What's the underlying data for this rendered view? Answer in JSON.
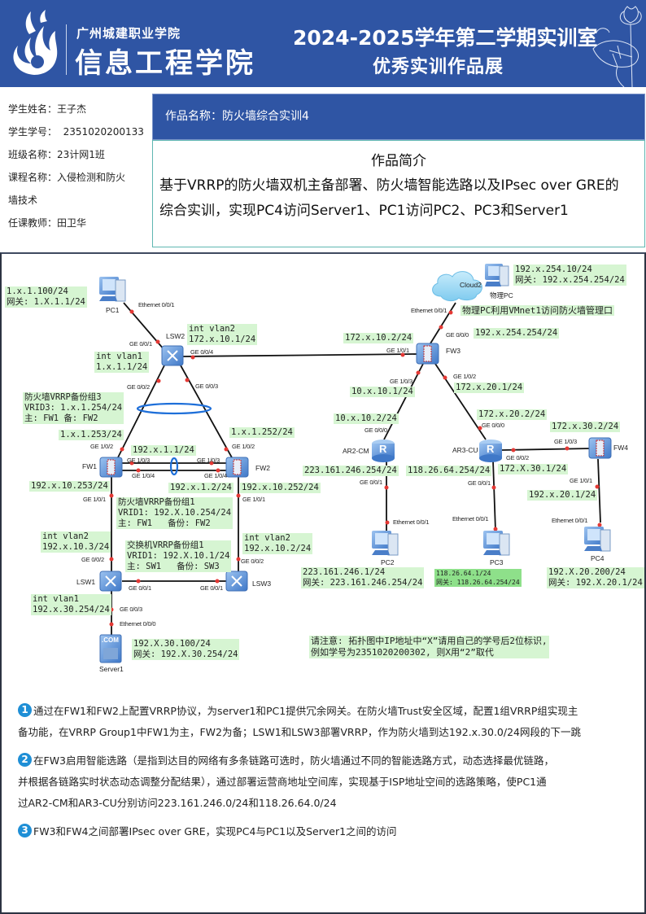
{
  "header": {
    "school": "广州城建职业学院",
    "college": "信息工程学院",
    "term_title": "2024-2025学年第二学期实训室",
    "show_title": "优秀实训作品展",
    "bg_color": "#2f55a4"
  },
  "student": {
    "name_label": "学生姓名：",
    "name": "王子杰",
    "id_label": "学生学号：",
    "id": "2351020200133",
    "class_label": "班级名称：",
    "class": "23计网1班",
    "course_label": "课程名称：",
    "course_line1": "入侵检测和防火",
    "course_line2": "墙技术",
    "teacher_label": "任课教师：",
    "teacher": "田卫华"
  },
  "work": {
    "title_label": "作品名称：",
    "title": "防火墙综合实训4",
    "intro_heading": "作品简介",
    "intro_line1": "基于VRRP的防火墙双机主备部署、防火墙智能选路以及IPsec over GRE的",
    "intro_line2": "综合实训，实现PC4访问Server1、PC1访问PC2、PC3和Server1"
  },
  "topology": {
    "devices": {
      "pc1": "PC1",
      "lsw2": "LSW2",
      "fw1": "FW1",
      "fw2": "FW2",
      "lsw1": "LSW1",
      "lsw3": "LSW3",
      "server1": "Server1",
      "server_badge": ".COM",
      "fw3": "FW3",
      "cloud2": "Cloud2",
      "phys_pc": "物理PC",
      "ar2": "AR2-CM",
      "ar3": "AR3-CU",
      "fw4": "FW4",
      "pc2": "PC2",
      "pc3": "PC3",
      "pc4": "PC4",
      "router_letter": "R"
    },
    "ports": {
      "pc1_eth": "Ethernet 0/0/1",
      "lsw2_g1": "GE 0/0/1",
      "lsw2_g4": "GE 0/0/4",
      "lsw2_g2": "GE 0/0/2",
      "lsw2_g3": "GE 0/0/3",
      "fw1_g2": "GE 1/0/2",
      "fw1_g3": "GE 1/0/3",
      "fw1_g4": "GE 1/0/4",
      "fw1_g1": "GE 1/0/1",
      "fw2_g2": "GE 1/0/2",
      "fw2_g3": "GE 1/0/3",
      "fw2_g4": "GE 1/0/4",
      "fw2_g1": "GE 1/0/1",
      "lsw1_g2": "GE 0/0/2",
      "lsw1_g1": "GE 0/0/1",
      "lsw1_g3": "GE 0/0/3",
      "lsw3_g2": "GE 0/0/2",
      "lsw3_g1": "GE 0/0/1",
      "server_eth": "Ethernet 0/0/0",
      "cloud_eth": "Ethernet 0/0/1",
      "fw3_g0": "GE 0/0/0",
      "fw3_g1": "GE 1/0/1",
      "fw3_g3": "GE 1/0/3",
      "fw3_g2": "GE 1/0/2",
      "ar2_g0": "GE 0/0/0",
      "ar2_g1": "GE 0/0/1",
      "ar3_g0": "GE 0/0/0",
      "ar3_g2": "GE 0/0/2",
      "ar3_g1": "GE 0/0/1",
      "fw4_g3": "GE 1/0/3",
      "fw4_g1": "GE 1/0/1",
      "pc2_eth": "Ethernet 0/0/1",
      "pc3_eth": "Ethernet 0/0/1",
      "pc4_eth": "Ethernet 0/0/1"
    },
    "labels": {
      "pc1_ip": "1.x.1.100/24\n网关: 1.X.1.1/24",
      "lsw2_vlan2": "int vlan2\n172.x.10.1/24",
      "lsw2_vlan1": "int vlan1\n1.x.1.1/24",
      "vrrp3": "防火墙VRRP备份组3\nVRID3: 1.x.1.254/24\n主: FW1 备: FW2",
      "fw1_up": "1.x.1.253/24",
      "fw2_up": "1.x.1.252/24",
      "hrp1": "192.x.1.1/24",
      "hrp2": "192.x.1.2/24",
      "fw1_down": "192.x.10.253/24",
      "fw2_down": "192.x.10.252/24",
      "vrrp1_fw": "防火墙VRRP备份组1\nVRID1: 192.X.10.254/24\n主: FW1   备份: FW2",
      "lsw1_vlan2": "int vlan2\n192.x.10.3/24",
      "lsw3_vlan2": "int vlan2\n192.x.10.2/24",
      "vrrp1_sw": "交换机VRRP备份组1\nVRID1: 192.X.10.1/24\n主: SW1   备份: SW3",
      "lsw1_vlan1": "int vlan1\n192.x.30.254/24",
      "server_ip": "192.X.30.100/24\n网关: 192.X.30.254/24",
      "phys_pc_ip": "192.x.254.10/24\n网关: 192.x.254.254/24",
      "mgmt_note": "物理PC利用VMnet1访问防火墙管理口",
      "fw3_mgmt": "192.x.254.254/24",
      "fw3_g1_ip": "172.x.10.2/24",
      "fw3_g3_ip": "10.x.10.1/24",
      "fw3_g2_ip": "172.x.20.1/24",
      "ar2_g0_ip": "10.x.10.2/24",
      "ar2_g1_ip": "223.161.246.254/24",
      "ar3_g0_ip": "172.x.20.2/24",
      "ar3_g1_ip": "118.26.64.254/24",
      "ar3_g2_ip": "172.X.30.1/24",
      "fw4_g3_ip": "172.x.30.2/24",
      "fw4_g1_ip": "192.x.20.1/24",
      "pc2_ip": "223.161.246.1/24\n网关: 223.161.246.254/24",
      "pc3_ip": "118.26.64.1/24\n网关: 118.26.64.254/24",
      "pc4_ip": "192.X.20.200/24\n网关: 192.X.20.1/24",
      "attention": "请注意: 拓扑图中IP地址中“X”请用自己的学号后2位标识,\n例如学号为2351020200302, 则X用“2”取代"
    },
    "colors": {
      "label_bg": "#d6f5d2",
      "label_bg_dark": "#8ee08a",
      "port_dot": "#e53935",
      "device_blue": "#5b8fd6",
      "link": "#111111",
      "vrrp_ring": "#1e6fd9"
    }
  },
  "tasks": [
    {
      "number": "1",
      "line1": "通过在FW1和FW2上配置VRRP协议，为server1和PC1提供冗余网关。在防火墙Trust安全区域，配置1组VRRP组实现主",
      "line2": "备功能，在VRRP Group1中FW1为主，FW2为备；LSW1和LSW3部署VRRP，作为防火墙到达192.x.30.0/24网段的下一跳"
    },
    {
      "number": "2",
      "line1": "在FW3启用智能选路（是指到达目的网络有多条链路可选时，防火墙通过不同的智能选路方式，动态选择最优链路，",
      "line2": "并根据各链路实时状态动态调整分配结果），通过部署运营商地址空间库，实现基于ISP地址空间的选路策略，使PC1通",
      "line3": "过AR2-CM和AR3-CU分别访问223.161.246.0/24和118.26.64.0/24"
    },
    {
      "number": "3",
      "line1": "FW3和FW4之间部署IPsec over GRE，实现PC4与PC1以及Server1之间的访问"
    }
  ]
}
